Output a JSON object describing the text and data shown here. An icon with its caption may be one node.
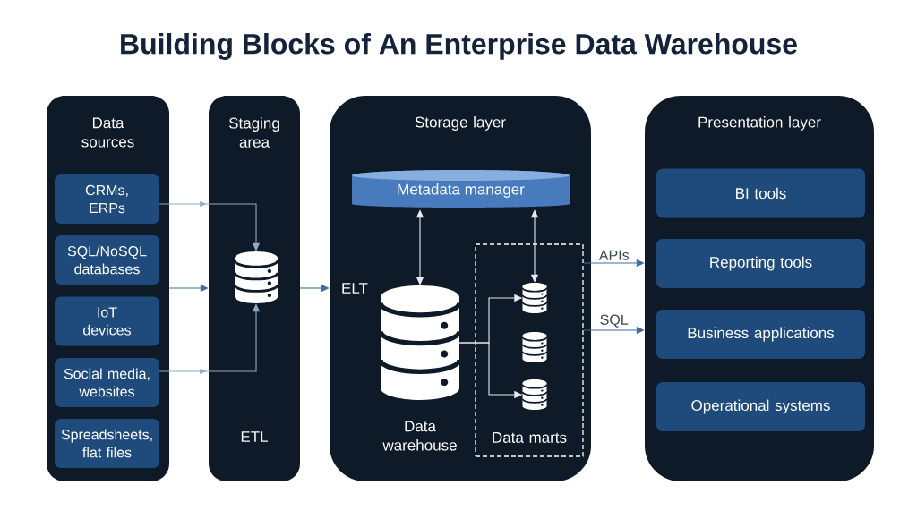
{
  "diagram": {
    "title": "Building Blocks of An Enterprise Data Warehouse",
    "nodes": [
      {
        "text": [
          "Data sources"
        ]
      },
      {
        "text": [
          "CRMs, ERPs"
        ],
        "in": 0
      },
      {
        "text": [
          "SQL/NoSQL databases"
        ],
        "in": 0
      },
      {
        "text": [
          "IoT devices"
        ],
        "in": 0
      },
      {
        "text": [
          "Social media, websites"
        ],
        "in": 0
      },
      {
        "text": [
          "Spreadsheets, flat files"
        ],
        "in": 0
      },
      {
        "text": [
          "Staging area",
          "ETL"
        ]
      },
      {
        "text": [],
        "shape": "cylinder",
        "in": 6
      },
      {
        "text": [
          "Storage layer"
        ]
      },
      {
        "text": [
          "Metadata manager"
        ],
        "in": 8
      },
      {
        "text": [],
        "shape": "cylinder",
        "in": 8,
        "beside": [
          "Data warehouse"
        ]
      },
      {
        "text": [
          "Data marts"
        ],
        "in": 8
      },
      {
        "text": [],
        "shape": "cylinder",
        "in": 11
      },
      {
        "text": [],
        "shape": "cylinder",
        "in": 11
      },
      {
        "text": [],
        "shape": "cylinder",
        "in": 11
      },
      {
        "text": [
          "Presentation layer"
        ]
      },
      {
        "text": [
          "BI tools"
        ],
        "in": 15
      },
      {
        "text": [
          "Reporting tools"
        ],
        "in": 15
      },
      {
        "text": [
          "Business applications"
        ],
        "in": 15
      },
      {
        "text": [
          "Operational systems"
        ],
        "in": 15
      }
    ],
    "edges": [
      {
        "from": 1,
        "to": 7,
        "arrow": "to",
        "color": "#8fa9c6"
      },
      {
        "from": 0,
        "to": 6,
        "arrow": "to",
        "color": "#3f6d9f"
      },
      {
        "from": 4,
        "to": 7,
        "arrow": "to",
        "color": "#8fa9c6"
      },
      {
        "from": 6,
        "to": 8,
        "arrow": "to",
        "label": "ELT",
        "color": "#3f6d9f"
      },
      {
        "from": 9,
        "to": 10,
        "arrow": "both",
        "color": "#e6ebf1"
      },
      {
        "from": 9,
        "to": 12,
        "arrow": "both",
        "color": "#e6ebf1"
      },
      {
        "from": 10,
        "to": 12,
        "arrow": "to",
        "color": "#e6ebf1"
      },
      {
        "from": 10,
        "to": 14,
        "arrow": "to",
        "color": "#e6ebf1"
      },
      {
        "from": 11,
        "to": 15,
        "arrow": "to",
        "label": "APIs",
        "color": "#3f6d9f"
      },
      {
        "from": 11,
        "to": 15,
        "arrow": "to",
        "label": "SQL",
        "color": "#3f6d9f"
      }
    ]
  }
}
